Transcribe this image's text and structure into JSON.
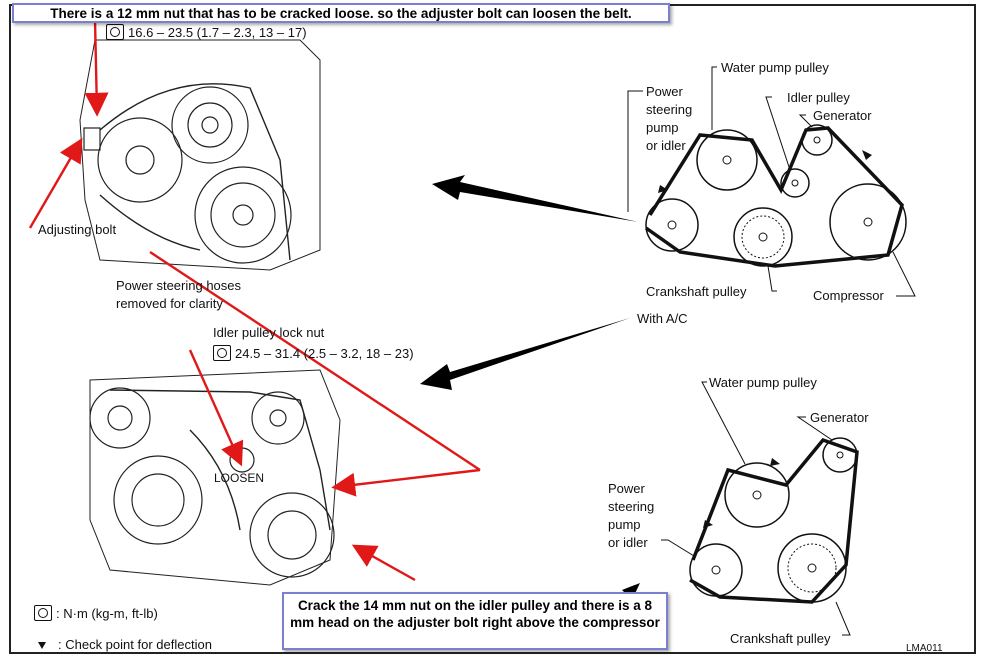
{
  "callouts": {
    "top": "There is a 12 mm nut that has to be cracked loose. so the adjuster bolt can loosen the belt.",
    "bottom": "Crack the 14 mm nut on the idler pulley and there is a 8 mm head on the adjuster bolt right above the compressor"
  },
  "left": {
    "torque_top": "16.6 – 23.5 (1.7 – 2.3, 13 – 17)",
    "adjusting_bolt": "Adjusting bolt",
    "ps_hoses_line1": "Power steering hoses",
    "ps_hoses_line2": "removed for clarity",
    "idler_lock_nut": "Idler pulley lock nut",
    "torque_mid": "24.5 – 31.4 (2.5 – 3.2, 18 – 23)",
    "loosen": "LOOSEN"
  },
  "right_top": {
    "water_pump": "Water pump pulley",
    "power_steering_1": "Power",
    "power_steering_2": "steering",
    "power_steering_3": "pump",
    "power_steering_4": "or idler",
    "idler": "Idler pulley",
    "generator": "Generator",
    "crankshaft": "Crankshaft pulley",
    "compressor": "Compressor",
    "with_ac": "With A/C"
  },
  "right_bottom": {
    "water_pump": "Water pump pulley",
    "generator": "Generator",
    "power_steering_1": "Power",
    "power_steering_2": "steering",
    "power_steering_3": "pump",
    "power_steering_4": "or idler",
    "crankshaft": "Crankshaft pulley"
  },
  "legend": {
    "unit": ": N·m (kg-m, ft-lb)",
    "check": ": Check point for deflection",
    "code": "LMA011"
  },
  "colors": {
    "arrow_red": "#e01818",
    "callout_border": "#7a7fd0"
  }
}
